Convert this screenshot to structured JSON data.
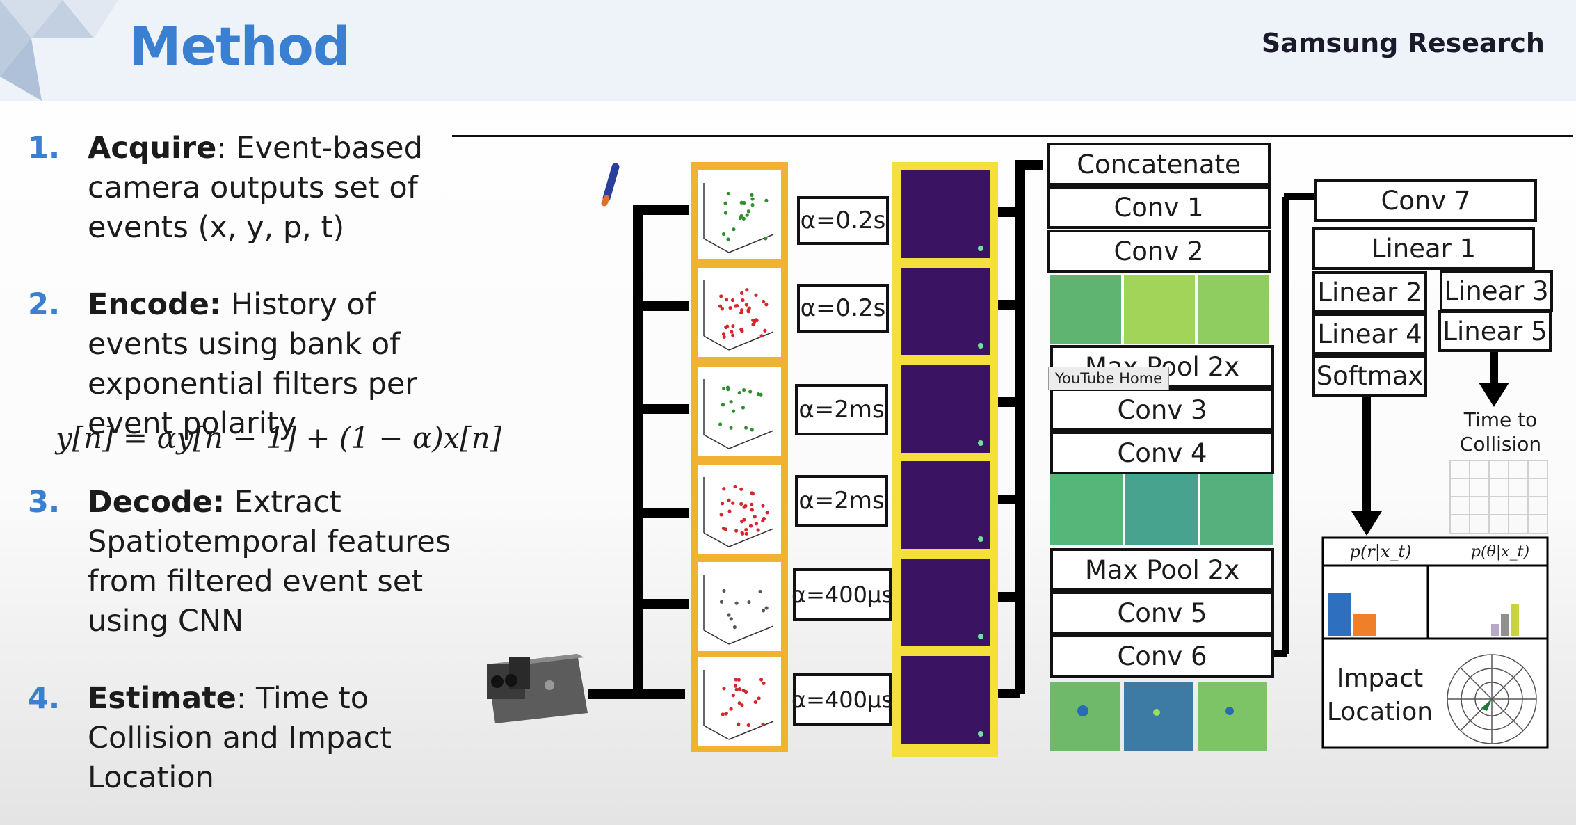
{
  "header": {
    "title": "Method",
    "brand": "Samsung Research"
  },
  "steps": [
    {
      "num": "1.",
      "bold": "Acquire",
      "rest": ": Event-based camera outputs set of events (x, y, p, t)"
    },
    {
      "num": "2.",
      "bold": "Encode:",
      "rest": " History of events using bank of exponential filters per event polarity"
    },
    {
      "num": "3.",
      "bold": "Decode:",
      "rest": " Extract Spatiotemporal features from filtered event set using CNN"
    },
    {
      "num": "4.",
      "bold": "Estimate",
      "rest": ": Time to Collision and Impact Location"
    }
  ],
  "formula": "y[n] = αy[n − 1] + (1 − α)x[n]",
  "alphas": [
    "α=0.2s",
    "α=0.2s",
    "α=2ms",
    "α=2ms",
    "α=400μs",
    "α=400μs"
  ],
  "layers": {
    "concat": "Concatenate",
    "conv1": "Conv 1",
    "conv2": "Conv 2",
    "pool1": "Max Pool 2x",
    "conv3": "Conv 3",
    "conv4": "Conv 4",
    "pool2": "Max Pool 2x",
    "conv5": "Conv 5",
    "conv6": "Conv 6",
    "conv7": "Conv 7",
    "linear1": "Linear 1",
    "linear2": "Linear 2",
    "linear3": "Linear 3",
    "linear4": "Linear 4",
    "linear5": "Linear 5",
    "softmax": "Softmax"
  },
  "outputs": {
    "ttc": "Time to Collision",
    "impact": "Impact Location",
    "pr_label": "p(r|x_t)",
    "ptheta_label": "p(θ|x_t)"
  },
  "tooltip": "YouTube Home",
  "colors": {
    "accent": "#3b7fd0",
    "orange_frame": "#f0b233",
    "yellow_frame": "#f5df3a",
    "purple_map": "#3b1363"
  }
}
